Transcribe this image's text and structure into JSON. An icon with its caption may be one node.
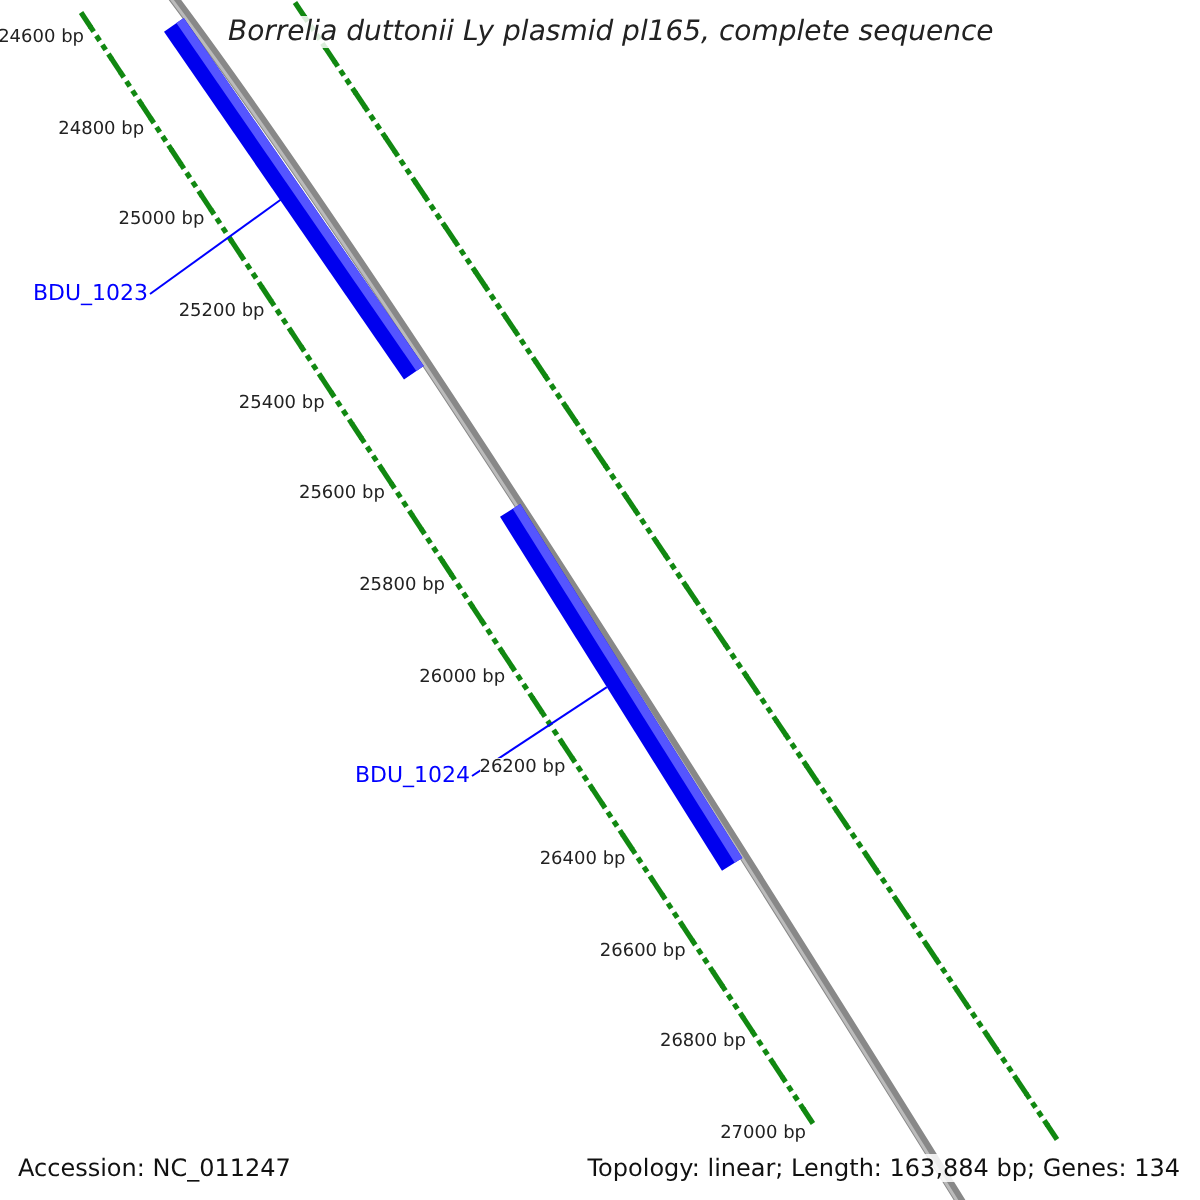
{
  "diagram": {
    "title": "Borrelia duttonii Ly plasmid pl165, complete sequence",
    "nodes": [
      {
        "text": [
          "BDU_1023"
        ]
      },
      {
        "text": [],
        "shape": "bar"
      },
      {
        "text": [
          "BDU_1024"
        ]
      },
      {
        "text": [],
        "shape": "bar"
      }
    ],
    "edges": [
      {
        "from": 0,
        "to": 1,
        "arrow": "none"
      },
      {
        "from": 2,
        "to": 3,
        "arrow": "none"
      }
    ],
    "labels": [
      "24600 bp",
      "24800 bp",
      "25000 bp",
      "25200 bp",
      "25400 bp",
      "25600 bp",
      "25800 bp",
      "26000 bp",
      "26200 bp",
      "26400 bp",
      "26600 bp",
      "26800 bp",
      "27000 bp",
      "Accession: NC_011247",
      "Topology: linear; Length: 163,884 bp; Genes: 134"
    ]
  }
}
